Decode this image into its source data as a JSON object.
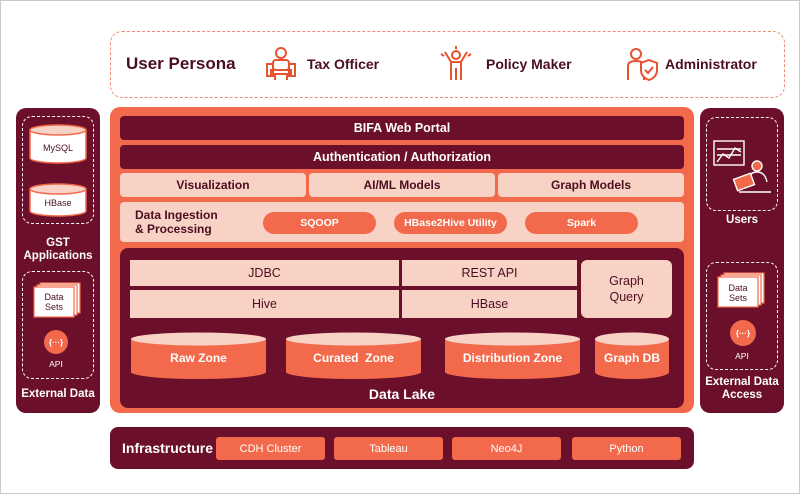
{
  "persona": {
    "title": "User Persona",
    "items": [
      {
        "label": "Tax Officer",
        "icon": "tax-officer-icon"
      },
      {
        "label": "Policy Maker",
        "icon": "policy-maker-icon"
      },
      {
        "label": "Administrator",
        "icon": "administrator-icon"
      }
    ]
  },
  "left_panel": {
    "mysql": "MySQL",
    "hbase": "HBase",
    "gst_apps": "GST\nApplications",
    "data_sets": "Data\nSets",
    "api": "API",
    "api_glyph": "{···}",
    "external_data": "External Data"
  },
  "right_panel": {
    "users": "Users",
    "data_sets": "Data\nSets",
    "api": "API",
    "api_glyph": "{···}",
    "external_access": "External Data\nAccess"
  },
  "center": {
    "portal": "BIFA Web Portal",
    "auth": "Authentication / Authorization",
    "analytics": [
      "Visualization",
      "AI/ML Models",
      "Graph Models"
    ],
    "ingestion_label": "Data Ingestion\n& Processing",
    "ingestion_tools": [
      "SQOOP",
      "HBase2Hive Utility",
      "Spark"
    ],
    "jdbc": "JDBC",
    "rest_api": "REST API",
    "hive": "Hive",
    "hbase": "HBase",
    "graph_query": "Graph\nQuery",
    "zones": [
      "Raw Zone",
      "Curated  Zone",
      "Distribution Zone",
      "Graph DB"
    ],
    "data_lake": "Data Lake"
  },
  "infrastructure": {
    "title": "Infrastructure",
    "items": [
      "CDH Cluster",
      "Tableau",
      "Neo4J",
      "Python"
    ]
  },
  "colors": {
    "maroon": "#6b0f2a",
    "coral": "#f26a4b",
    "pink": "#f9d2c6"
  }
}
